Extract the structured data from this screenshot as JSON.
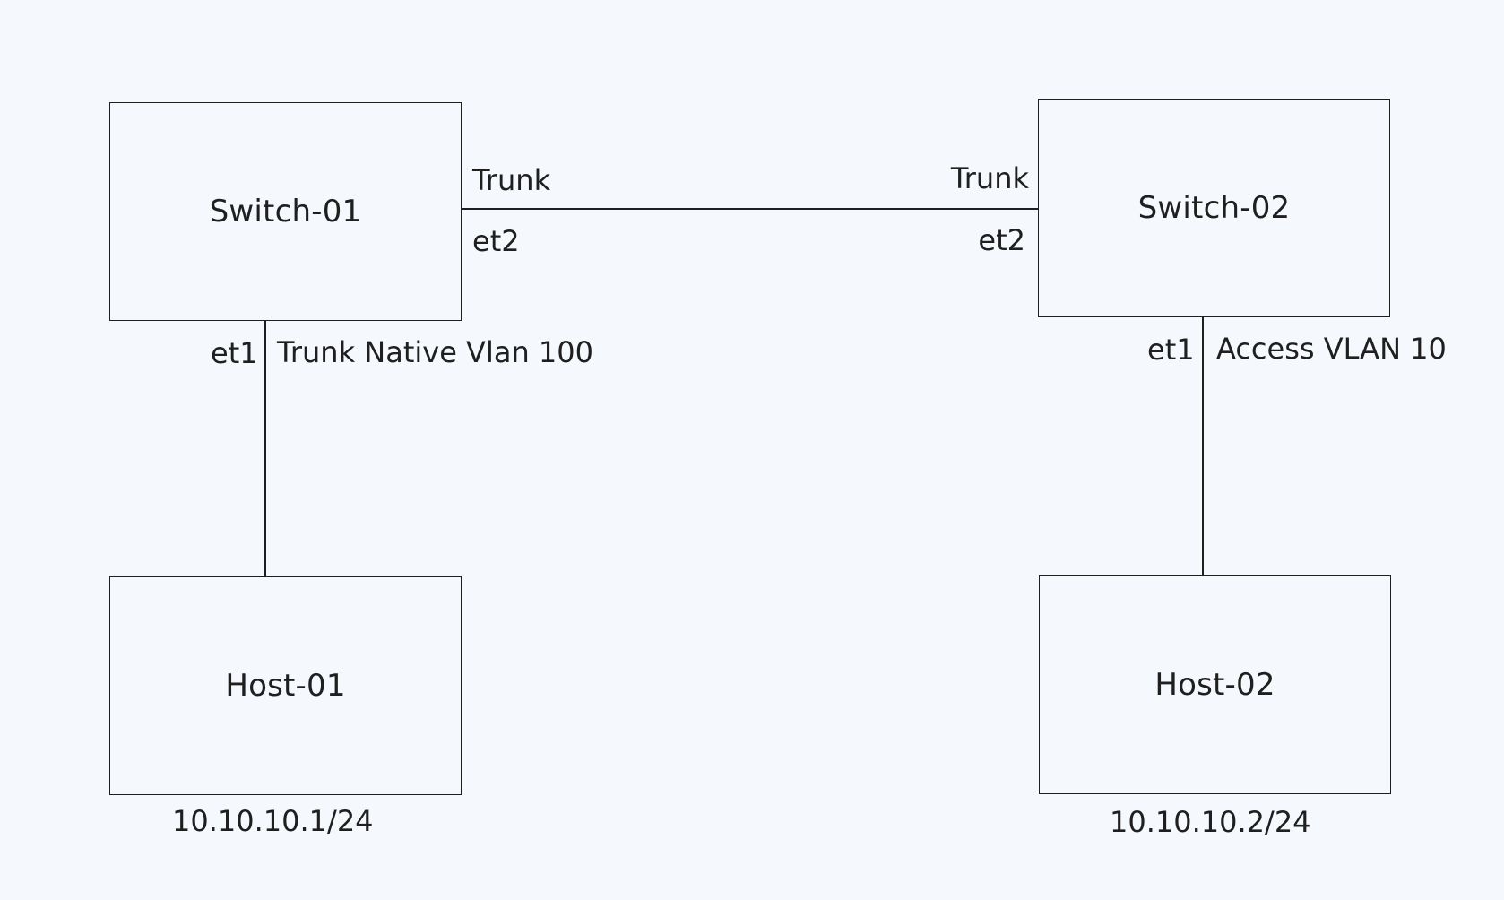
{
  "nodes": {
    "switch01": {
      "label": "Switch-01"
    },
    "switch02": {
      "label": "Switch-02"
    },
    "host01": {
      "label": "Host-01",
      "ip": "10.10.10.1/24"
    },
    "host02": {
      "label": "Host-02",
      "ip": "10.10.10.2/24"
    }
  },
  "links": {
    "sw1_sw2": {
      "left_mode": "Trunk",
      "left_port": "et2",
      "right_mode": "Trunk",
      "right_port": "et2"
    },
    "sw1_host1": {
      "port": "et1",
      "mode": "Trunk Native Vlan 100"
    },
    "sw2_host2": {
      "port": "et1",
      "mode": "Access VLAN 10"
    }
  }
}
